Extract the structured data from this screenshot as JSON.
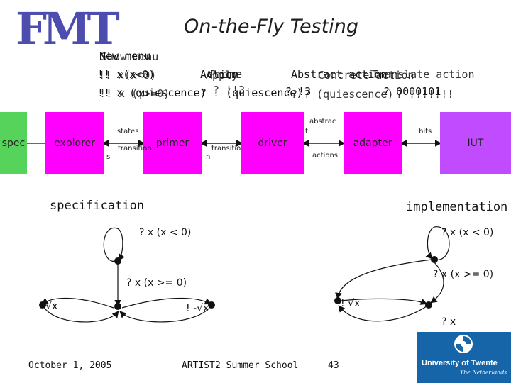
{
  "slide": {
    "title": "On-the-Fly Testing",
    "logo_text": "FMT",
    "menu_overlay": [
      "New menu",
      "Show menu"
    ],
    "line1_left": [
      "!! x(x<0)",
      "!! x(x<0)"
    ],
    "line1_center": [
      "Action",
      "Apply",
      "Prime"
    ],
    "line1_right": [
      "Abstract action",
      "Concrete action",
      "Translate action"
    ],
    "line2_left": "!! x (quiescence)",
    "line2_left_alt": "!! x (x>=0)",
    "line2_mid": "? ! (quiescence)",
    "line2_mid_alt": "? !!3",
    "line2_mid2": "? !3",
    "line2_mid2_b": "? ? (quiescence)",
    "line2_right": [
      "? 0000101",
      "? !!!!!!!"
    ]
  },
  "pipeline": {
    "blocks": [
      {
        "id": "spec",
        "label": "spec"
      },
      {
        "id": "explorer",
        "label": "explorer"
      },
      {
        "id": "primer",
        "label": "primer"
      },
      {
        "id": "driver",
        "label": "driver"
      },
      {
        "id": "adapter",
        "label": "adapter"
      },
      {
        "id": "iut",
        "label": "IUT"
      }
    ],
    "edge_labels": {
      "states": "states",
      "transitions_a": "transition",
      "transitions_b": "s",
      "transitions_c": "transitio",
      "transitions_d": "n",
      "abstract_top": "abstrac",
      "abstract_t": "t",
      "actions": "actions",
      "bits": "bits"
    }
  },
  "diagram": {
    "left_label": "specification",
    "right_label": "implementation",
    "left_self_loop": "? x (x < 0)",
    "left_edge": "? x (x >= 0)",
    "left_out1": "! √x",
    "left_out2": "! -√x",
    "right_self_loop": "? x (x < 0)",
    "right_edge": "? x (x >= 0)",
    "right_out": "! √x",
    "right_bottom": "? x"
  },
  "footer": {
    "date": "October 1, 2005",
    "event": "ARTIST2 Summer School",
    "page": "43",
    "university": "University of Twente",
    "country": "The Netherlands"
  },
  "colors": {
    "block_magenta": "#ff00ff",
    "block_green": "#55d35a",
    "block_violet": "#c14bff",
    "ut_blue": "#1565a8"
  }
}
